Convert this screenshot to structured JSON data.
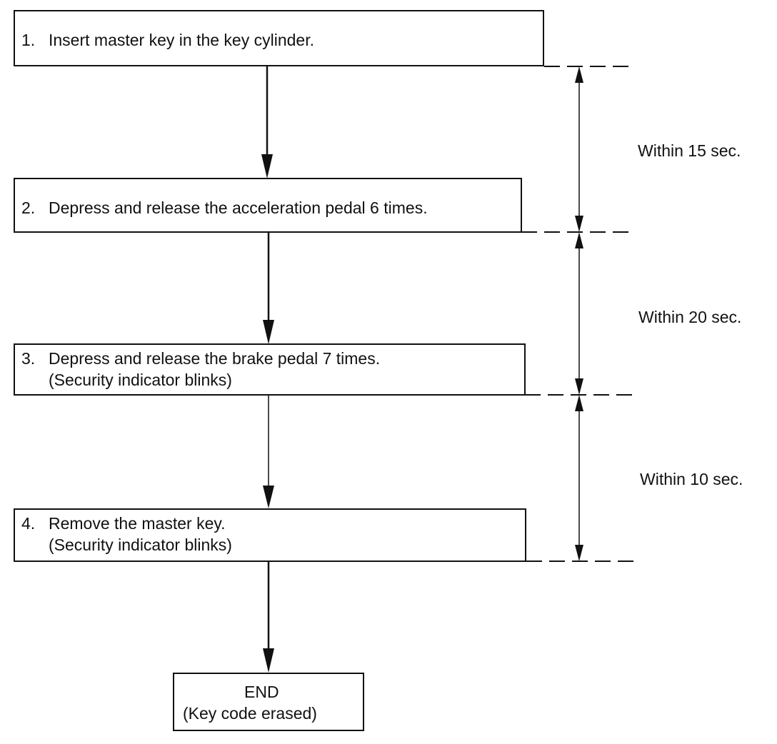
{
  "steps": [
    {
      "number": "1.",
      "line1": "Insert master key in the key cylinder.",
      "line2": ""
    },
    {
      "number": "2.",
      "line1": "Depress and release the acceleration pedal 6 times.",
      "line2": ""
    },
    {
      "number": "3.",
      "line1": "Depress and release the brake pedal 7 times.",
      "line2": "(Security indicator blinks)"
    },
    {
      "number": "4.",
      "line1": "Remove the master key.",
      "line2": "(Security indicator blinks)"
    }
  ],
  "end": {
    "line1": "END",
    "line2": "(Key code erased)"
  },
  "timings": [
    {
      "label": "Within 15 sec."
    },
    {
      "label": "Within 20 sec."
    },
    {
      "label": "Within 10 sec."
    }
  ]
}
